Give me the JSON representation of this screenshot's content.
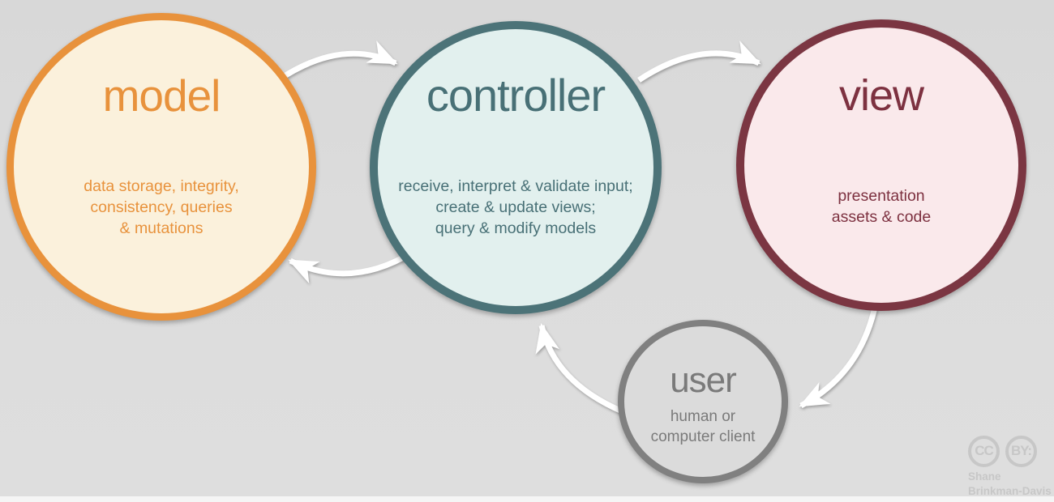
{
  "diagram": "model-view-controller cycle",
  "nodes": {
    "model": {
      "title": "model",
      "lines": [
        "data storage, integrity,",
        "consistency, queries",
        "& mutations"
      ],
      "border_color": "#e8923c",
      "fill_color": "#fbf1dc",
      "text_color": "#e8923c"
    },
    "controller": {
      "title": "controller",
      "lines": [
        "receive, interpret & validate input;",
        "create & update views;",
        "query & modify models"
      ],
      "border_color": "#4c7378",
      "fill_color": "#e2f0ee",
      "text_color": "#487076"
    },
    "view": {
      "title": "view",
      "lines": [
        "presentation",
        "assets & code"
      ],
      "border_color": "#7b3642",
      "fill_color": "#fae9eb",
      "text_color": "#7d3140"
    },
    "user": {
      "title": "user",
      "lines": [
        "human or",
        "computer client"
      ],
      "border_color": "#808080",
      "fill_color": "#dbdbdb",
      "text_color": "#7a7a7a"
    }
  },
  "arrows": {
    "color": "#ffffff",
    "list": [
      {
        "from": "model",
        "to": "controller"
      },
      {
        "from": "controller",
        "to": "view"
      },
      {
        "from": "controller",
        "to": "model"
      },
      {
        "from": "view",
        "to": "user"
      },
      {
        "from": "user",
        "to": "controller"
      }
    ]
  },
  "credit": {
    "cc_badge": "CC",
    "by_badge": "BY:",
    "name_line1": "Shane",
    "name_line2": "Brinkman-Davis",
    "color": "#c7c7c7"
  }
}
